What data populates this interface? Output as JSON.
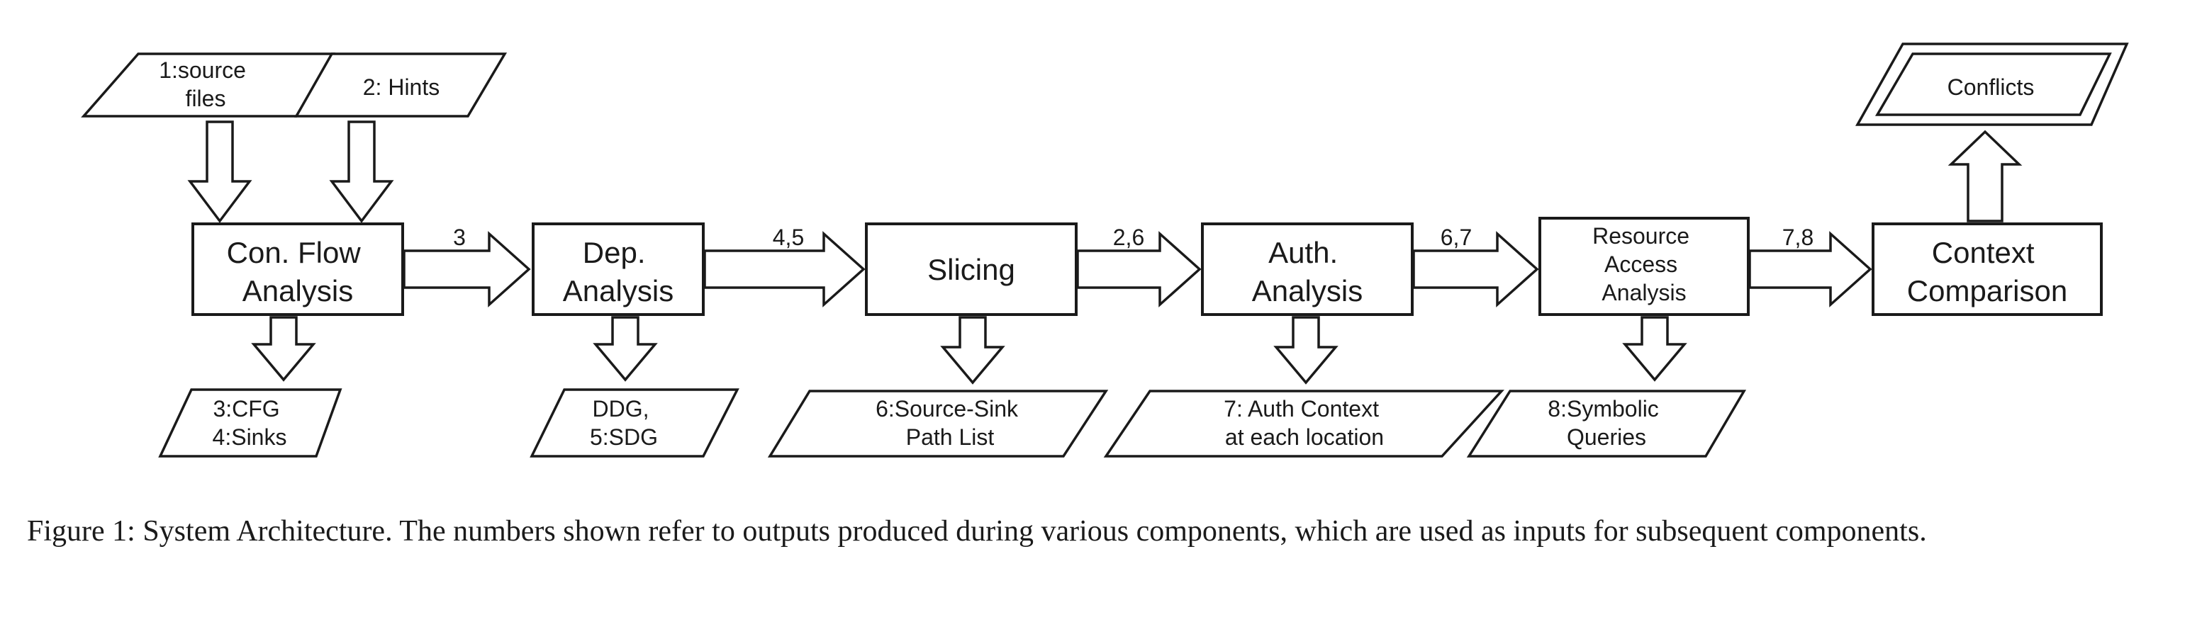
{
  "diagram": {
    "inputs": [
      {
        "id": "source-files",
        "lines": [
          "1:source",
          "files"
        ]
      },
      {
        "id": "hints",
        "lines": [
          "2: Hints"
        ]
      }
    ],
    "components": [
      {
        "id": "con-flow-analysis",
        "lines": [
          "Con. Flow",
          "Analysis"
        ]
      },
      {
        "id": "dep-analysis",
        "lines": [
          "Dep.",
          "Analysis"
        ]
      },
      {
        "id": "slicing",
        "lines": [
          "Slicing"
        ]
      },
      {
        "id": "auth-analysis",
        "lines": [
          "Auth.",
          "Analysis"
        ]
      },
      {
        "id": "resource-access-analysis",
        "lines": [
          "Resource",
          "Access",
          "Analysis"
        ]
      },
      {
        "id": "context-comparison",
        "lines": [
          "Context",
          "Comparison"
        ]
      }
    ],
    "outputs": [
      {
        "id": "cfg-sinks",
        "lines": [
          "3:CFG",
          "4:Sinks"
        ]
      },
      {
        "id": "ddg-sdg",
        "lines": [
          "DDG,",
          "5:SDG"
        ]
      },
      {
        "id": "source-sink-path-list",
        "lines": [
          "6:Source-Sink",
          "Path List"
        ]
      },
      {
        "id": "auth-context",
        "lines": [
          "7: Auth Context",
          "at each location"
        ]
      },
      {
        "id": "symbolic-queries",
        "lines": [
          "8:Symbolic",
          "Queries"
        ]
      }
    ],
    "final_output": {
      "id": "conflicts",
      "label": "Conflicts"
    },
    "edge_labels": [
      "3",
      "4,5",
      "2,6",
      "6,7",
      "7,8"
    ]
  },
  "caption": "Figure 1: System Architecture. The numbers shown refer to outputs produced during various components, which are used as inputs for subsequent components."
}
